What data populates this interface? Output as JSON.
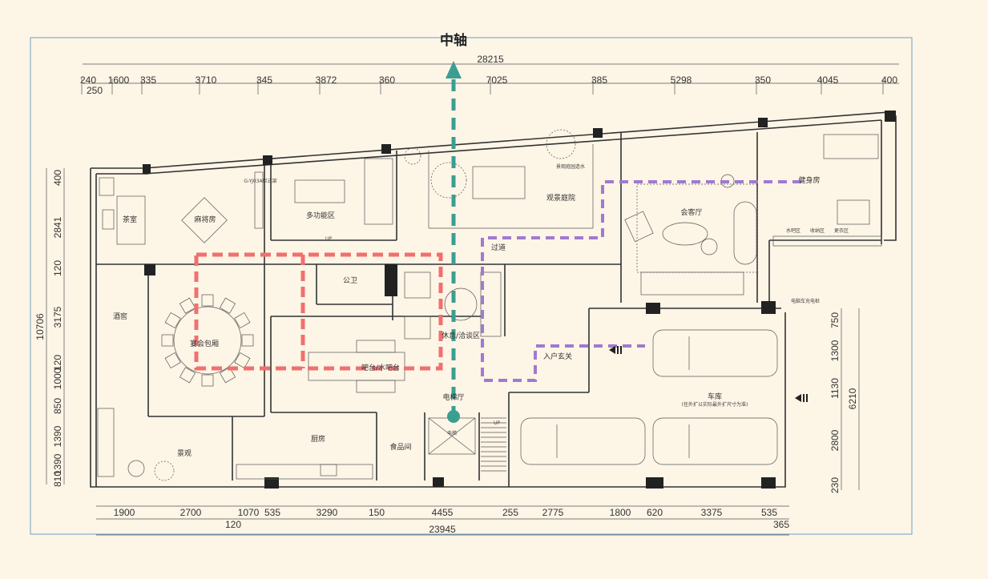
{
  "axis": {
    "title": "中轴",
    "color": "#3a9e92"
  },
  "colors": {
    "red_path": "#f07070",
    "purple_path": "#a07ad0",
    "teal_path": "#3a9e92",
    "frame": "#6e9ec8"
  },
  "top_dims": {
    "total": "28215",
    "segments": [
      "240",
      "1600",
      "335",
      "3710",
      "345",
      "3872",
      "360",
      "7025",
      "385",
      "5298",
      "350",
      "4045",
      "400"
    ],
    "extra": "250"
  },
  "bottom_dims": {
    "total": "23945",
    "segments": [
      "1900",
      "2700",
      "1070",
      "535",
      "3290",
      "150",
      "4455",
      "255",
      "2775",
      "1800",
      "620",
      "3375",
      "535"
    ],
    "extra_left": "120",
    "extra_right": "365"
  },
  "left_dims": {
    "total": "10706",
    "segments": [
      "400",
      "2841",
      "120",
      "3175",
      "120",
      "1000",
      "850",
      "1390",
      "1390",
      "810"
    ]
  },
  "right_dims": {
    "total": "6210",
    "segments": [
      "750",
      "1300",
      "1130",
      "2800",
      "230"
    ]
  },
  "rooms": {
    "tea": "茶室",
    "mahjong": "麻将房",
    "multi": "多功能区",
    "courtyard": "观景庭院",
    "meeting": "会客厅",
    "gym": "健身房",
    "passage": "过道",
    "wc": "公卫",
    "rest": "休息/洽谈区",
    "wine": "酒窖",
    "banquet": "宴会包厢",
    "bar": "吧台/水吧台",
    "entry": "入户玄关",
    "elevator_hall": "电梯厅",
    "garage": "车库",
    "kitchen": "厨房",
    "pantry": "食品间",
    "landscape": "景观"
  },
  "notes": {
    "gym_water": "水吧区",
    "gym_storage": "收纳区",
    "gym_change": "更衣区",
    "garage_note": "(任外扩以实际最外扩尺寸为准)",
    "charger": "电脑车充电桩",
    "courtyard_note": "景观庭园造水",
    "multi_note": "G-YJ03A柜式架",
    "up1": "UP",
    "up2": "UP",
    "elevator": "电梯"
  }
}
